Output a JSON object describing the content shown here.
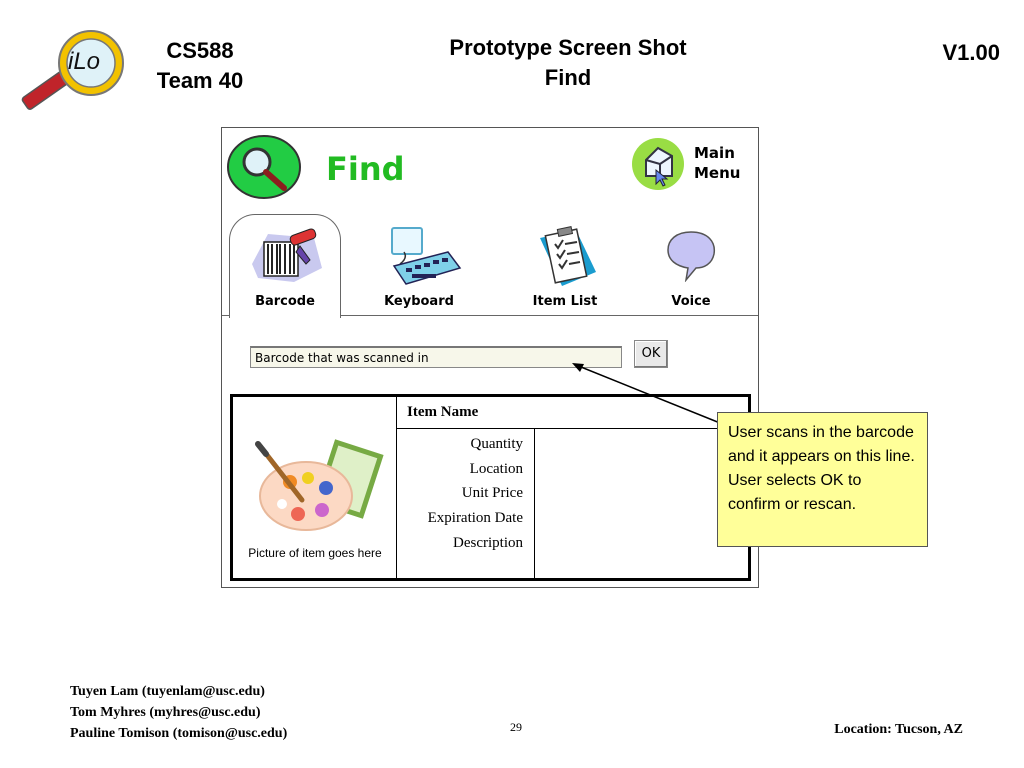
{
  "header": {
    "logo_text": "iLo",
    "course": "CS588",
    "team": "Team 40",
    "title_line1": "Prototype Screen Shot",
    "title_line2": "Find",
    "version": "V1.00"
  },
  "screen": {
    "title": "Find",
    "main_menu_line1": "Main",
    "main_menu_line2": "Menu",
    "tabs": [
      {
        "label": "Barcode",
        "icon": "barcode-icon",
        "active": true
      },
      {
        "label": "Keyboard",
        "icon": "keyboard-icon",
        "active": false
      },
      {
        "label": "Item List",
        "icon": "clipboard-icon",
        "active": false
      },
      {
        "label": "Voice",
        "icon": "speech-bubble-icon",
        "active": false
      }
    ],
    "barcode_input_value": "Barcode that was scanned in",
    "ok_label": "OK",
    "item": {
      "name_header": "Item Name",
      "fields": [
        "Quantity",
        "Location",
        "Unit Price",
        "Expiration Date",
        "Description"
      ],
      "picture_caption": "Picture of item goes here"
    }
  },
  "callout": {
    "text": "User scans in the barcode and it appears on this line. User selects OK to confirm or rescan."
  },
  "footer": {
    "authors": [
      "Tuyen Lam (tuyenlam@usc.edu)",
      "Tom Myhres (myhres@usc.edu)",
      "Pauline Tomison (tomison@usc.edu)"
    ],
    "page_number": "29",
    "location": "Location:  Tucson, AZ"
  },
  "colors": {
    "find_title": "#22bb22",
    "callout_bg": "#ffff99",
    "logo_ring": "#f2c200",
    "logo_handle": "#c0242a"
  }
}
